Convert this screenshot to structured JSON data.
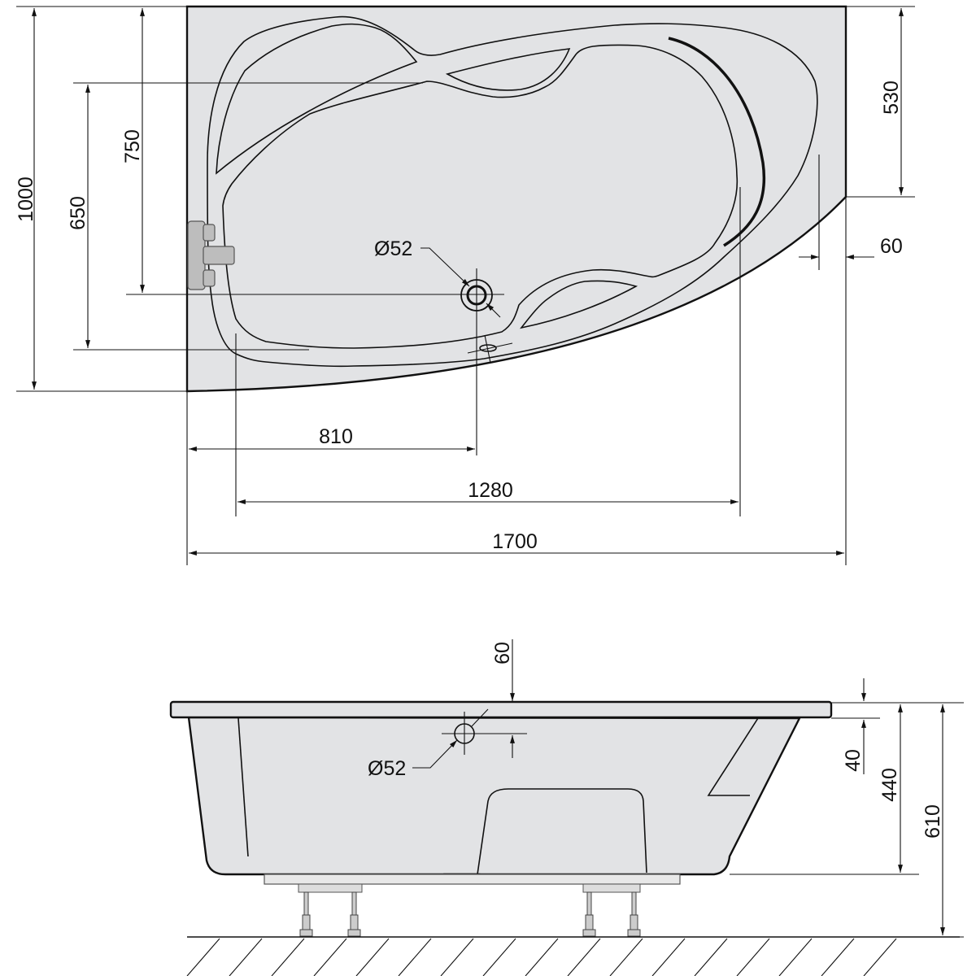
{
  "top_view": {
    "dimensions": {
      "total_width": "1000",
      "basin_width": "650",
      "drain_offset_y": "750",
      "right_straight": "530",
      "rim_width": "60",
      "drain_offset_x": "810",
      "basin_length": "1280",
      "total_length": "1700",
      "drain_diameter": "Ø52"
    }
  },
  "side_view": {
    "dimensions": {
      "overflow_offset": "60",
      "overflow_diameter": "Ø52",
      "rim_thickness": "40",
      "body_depth": "440",
      "total_height": "610"
    }
  },
  "colors": {
    "tub_fill": "#e2e3e5",
    "line": "#111111",
    "faucet": "#bdbdbd"
  }
}
